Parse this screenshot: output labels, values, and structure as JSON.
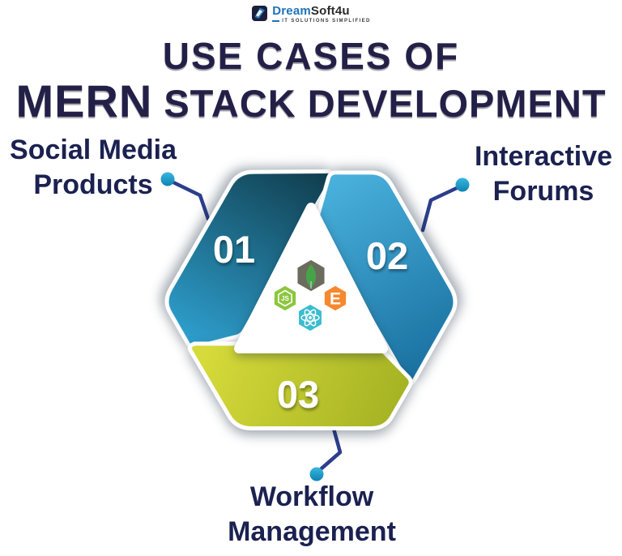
{
  "logo": {
    "brand_primary": "Dream",
    "brand_secondary": "Soft4u",
    "tagline": "IT SOLUTIONS SIMPLIFIED"
  },
  "title": {
    "line1": "USE CASES OF",
    "line2_highlight": "MERN",
    "line2_rest": "STACK DEVELOPMENT"
  },
  "diagram": {
    "segments": [
      {
        "number": "01",
        "label": "Social Media Products",
        "color_dark": "#0f3a49",
        "color_light": "#2fa3d3"
      },
      {
        "number": "02",
        "label": "Interactive Forums",
        "color_light": "#4cb4e0",
        "color_dark": "#19709f"
      },
      {
        "number": "03",
        "label": "Workflow Management",
        "color_light": "#d6da3a",
        "color_dark": "#9ead20"
      }
    ],
    "center_icons": [
      {
        "name": "mongodb",
        "hex_color": "#6b6c5e",
        "leaf_color": "#47a348"
      },
      {
        "name": "nodejs",
        "hex_color": "#8cc63f",
        "text": "JS"
      },
      {
        "name": "express",
        "hex_color": "#f6882e",
        "text": "E"
      },
      {
        "name": "react",
        "hex_color": "#3bbcd0"
      }
    ],
    "connector_color": "#2c3e8c",
    "dot_color_top": "#38b6dd",
    "dot_color_bottom": "#0d83b4"
  },
  "callouts": [
    {
      "line1": "Social Media",
      "line2": "Products"
    },
    {
      "line1": "Interactive",
      "line2": "Forums"
    },
    {
      "line1": "Workflow",
      "line2": "Management"
    }
  ],
  "colors": {
    "title_text": "#232048",
    "callout_text": "#1b2150",
    "background": "#ffffff",
    "number_text": "#ffffff"
  }
}
